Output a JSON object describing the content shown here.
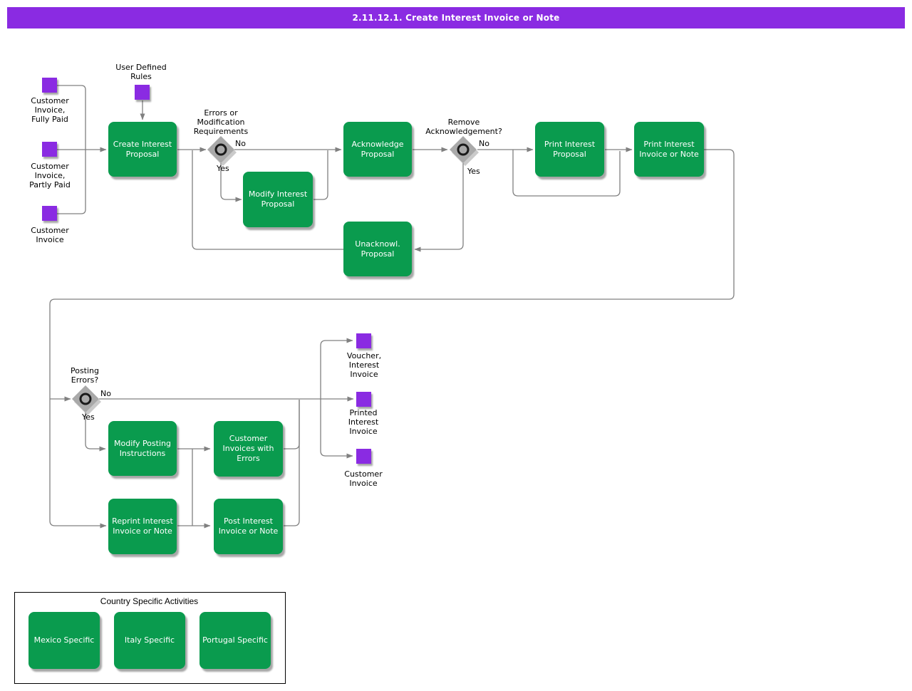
{
  "header": {
    "title": "2.11.12.1. Create Interest Invoice or Note"
  },
  "colors": {
    "accent_purple": "#8A2BE2",
    "activity_green": "#0A9B4E",
    "connector_gray": "#808080",
    "decision_gray": "#A9A9A9"
  },
  "events": [
    {
      "label": "Customer\nInvoice,\nFully Paid"
    },
    {
      "label": "Customer\nInvoice,\nPartly Paid"
    },
    {
      "label": "Customer\nInvoice"
    },
    {
      "label": "User Defined\nRules"
    },
    {
      "label": "Voucher,\nInterest\nInvoice"
    },
    {
      "label": "Printed\nInterest\nInvoice"
    },
    {
      "label": "Customer\nInvoice"
    }
  ],
  "activities": [
    {
      "label": "Create Interest\nProposal"
    },
    {
      "label": "Acknowledge\nProposal"
    },
    {
      "label": "Modify Interest\nProposal"
    },
    {
      "label": "Print Interest\nProposal"
    },
    {
      "label": "Print Interest\nInvoice or Note"
    },
    {
      "label": "Unacknowl.\nProposal"
    },
    {
      "label": "Modify Posting\nInstructions"
    },
    {
      "label": "Customer\nInvoices with\nErrors"
    },
    {
      "label": "Reprint Interest\nInvoice or Note"
    },
    {
      "label": "Post Interest\nInvoice or Note"
    },
    {
      "label": "Mexico Specific"
    },
    {
      "label": "Italy Specific"
    },
    {
      "label": "Portugal Specific"
    }
  ],
  "decisions": [
    {
      "label": "Errors or\nModification\nRequirements",
      "yes": "Yes",
      "no": "No"
    },
    {
      "label": "Remove\nAcknowledgement?",
      "yes": "Yes",
      "no": "No"
    },
    {
      "label": "Posting\nErrors?",
      "yes": "Yes",
      "no": "No"
    }
  ],
  "country_box": {
    "title": "Country Specific Activities"
  }
}
